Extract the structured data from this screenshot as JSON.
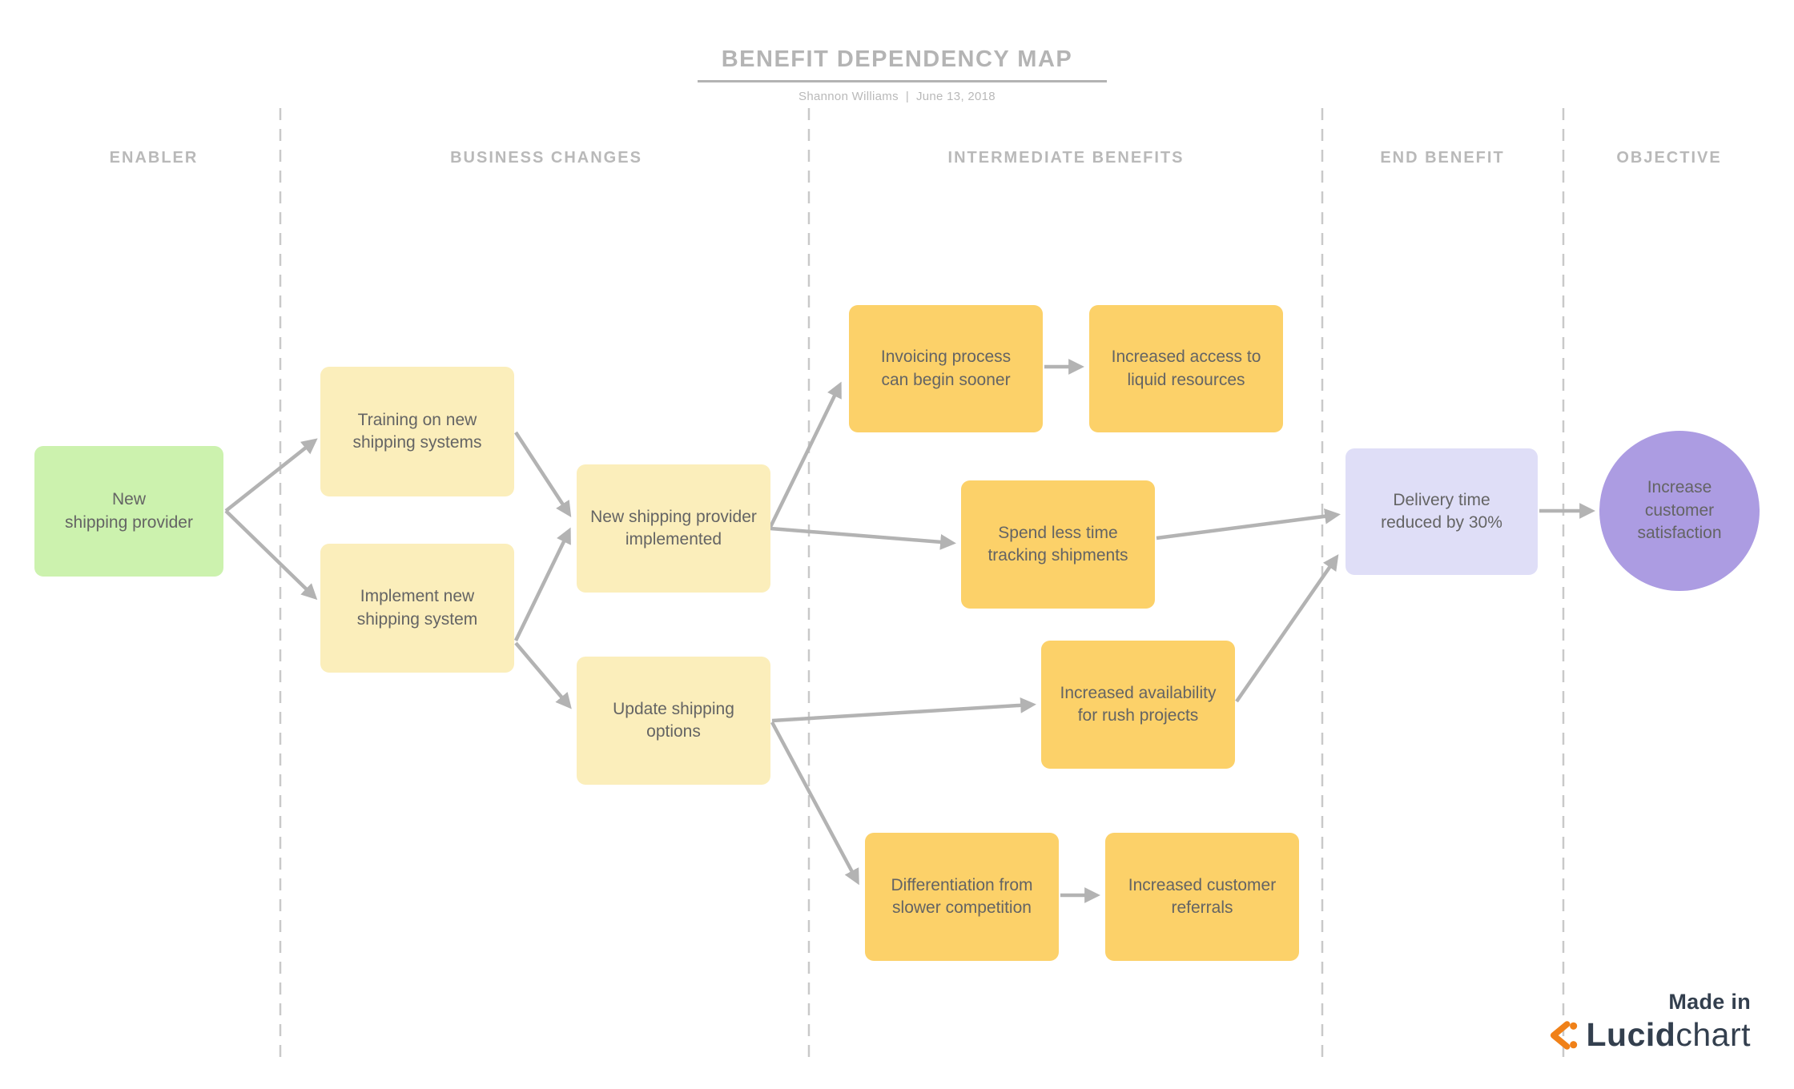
{
  "title": "BENEFIT DEPENDENCY MAP",
  "subtitle": "Shannon Williams  |  June 13, 2018",
  "columns": [
    {
      "label": "ENABLER"
    },
    {
      "label": "BUSINESS CHANGES"
    },
    {
      "label": "INTERMEDIATE BENEFITS"
    },
    {
      "label": "END BENEFIT"
    },
    {
      "label": "OBJECTIVE"
    }
  ],
  "nodes": {
    "enabler": {
      "label": "New\nshipping provider",
      "column": "ENABLER"
    },
    "training": {
      "label": "Training on new\nshipping systems",
      "column": "BUSINESS CHANGES"
    },
    "implement": {
      "label": "Implement new\nshipping system",
      "column": "BUSINESS CHANGES"
    },
    "provider_implemented": {
      "label": "New shipping provider\nimplemented",
      "column": "BUSINESS CHANGES"
    },
    "update_options": {
      "label": "Update shipping\noptions",
      "column": "BUSINESS CHANGES"
    },
    "invoicing": {
      "label": "Invoicing process\ncan begin sooner",
      "column": "INTERMEDIATE BENEFITS"
    },
    "liquid_resources": {
      "label": "Increased access to\nliquid resources",
      "column": "INTERMEDIATE BENEFITS"
    },
    "less_tracking": {
      "label": "Spend less time\ntracking shipments",
      "column": "INTERMEDIATE BENEFITS"
    },
    "rush_availability": {
      "label": "Increased availability\nfor rush projects",
      "column": "INTERMEDIATE BENEFITS"
    },
    "differentiation": {
      "label": "Differentiation from\nslower competition",
      "column": "INTERMEDIATE BENEFITS"
    },
    "referrals": {
      "label": "Increased customer\nreferrals",
      "column": "INTERMEDIATE BENEFITS"
    },
    "delivery_time": {
      "label": "Delivery time\nreduced by 30%",
      "column": "END BENEFIT"
    },
    "objective": {
      "label": "Increase\ncustomer\nsatisfaction",
      "column": "OBJECTIVE"
    }
  },
  "edges": [
    {
      "from": "enabler",
      "to": "training"
    },
    {
      "from": "enabler",
      "to": "implement"
    },
    {
      "from": "training",
      "to": "provider_implemented"
    },
    {
      "from": "implement",
      "to": "provider_implemented"
    },
    {
      "from": "implement",
      "to": "update_options"
    },
    {
      "from": "provider_implemented",
      "to": "invoicing"
    },
    {
      "from": "provider_implemented",
      "to": "less_tracking"
    },
    {
      "from": "invoicing",
      "to": "liquid_resources"
    },
    {
      "from": "update_options",
      "to": "rush_availability"
    },
    {
      "from": "update_options",
      "to": "differentiation"
    },
    {
      "from": "differentiation",
      "to": "referrals"
    },
    {
      "from": "less_tracking",
      "to": "delivery_time"
    },
    {
      "from": "rush_availability",
      "to": "delivery_time"
    },
    {
      "from": "delivery_time",
      "to": "objective"
    }
  ],
  "credit": {
    "made_in": "Made in",
    "brand_bold": "Lucid",
    "brand_light": "chart"
  },
  "colors": {
    "enabler_green": "#ccf2ae",
    "business_change_yellow": "#fbeebb",
    "intermediate_benefit_amber": "#fcd169",
    "end_benefit_lavender": "#dfdef7",
    "objective_purple": "#ac9ce2",
    "arrow_gray": "#b3b3b3",
    "separator_gray": "#c9c9c9",
    "heading_gray": "#b4b4b4",
    "node_text_gray": "#646464",
    "brand_navy": "#333f4e",
    "brand_orange": "#f08119"
  }
}
